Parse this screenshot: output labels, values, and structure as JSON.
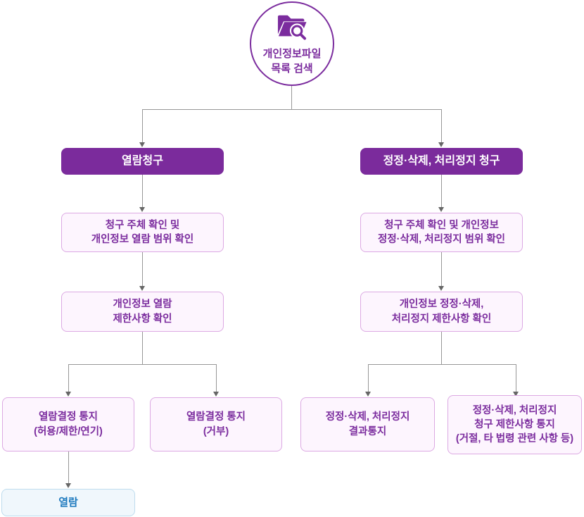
{
  "flowchart": {
    "root": {
      "label": "개인정보파일\n목록 검색",
      "icon": "folder-search-icon"
    },
    "left_branch": {
      "header": "열람청구",
      "step1": "청구 주체 확인 및\n개인정보 열람 범위 확인",
      "step2": "개인정보 열람\n제한사항 확인",
      "outcome1": "열람결정 통지\n(허용/제한/연기)",
      "outcome2": "열람결정 통지\n(거부)",
      "final": "열람"
    },
    "right_branch": {
      "header": "정정·삭제, 처리정지 청구",
      "step1": "청구 주체 확인 및 개인정보\n정정·삭제, 처리정지 범위 확인",
      "step2": "개인정보 정정·삭제,\n처리정지 제한사항 확인",
      "outcome1": "정정·삭제, 처리정지\n결과통지",
      "outcome2": "정정·삭제, 처리정지\n청구 제한사항 통지\n(거절, 타 법령 관련 사항 등)"
    },
    "colors": {
      "primary_purple": "#7b2b9c",
      "purple_text": "#7b2c9e",
      "light_box_fill": "#fdf5fe",
      "light_box_border": "#dca9e3",
      "blue_box_fill": "#f0f7fc",
      "blue_box_border": "#bedcee",
      "blue_text": "#1c79be",
      "connector_gray": "#979797"
    }
  }
}
